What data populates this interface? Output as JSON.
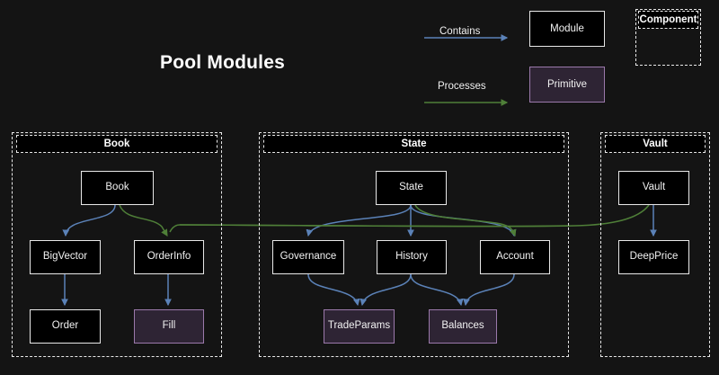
{
  "title": "Pool Modules",
  "colors": {
    "background": "#141414",
    "module_fill": "#000000",
    "module_border": "#e8e8e8",
    "primitive_fill": "#2e2434",
    "primitive_border": "#9b79ab",
    "contains_edge": "#4a6fa5",
    "processes_edge": "#3d6b2e",
    "cluster_border": "#e8e8e8",
    "text": "#f2f2f2"
  },
  "legend": {
    "contains_label": "Contains",
    "processes_label": "Processes",
    "module_label": "Module",
    "primitive_label": "Primitive",
    "component_label": "Component"
  },
  "clusters": [
    {
      "id": "book",
      "label": "Book"
    },
    {
      "id": "state",
      "label": "State"
    },
    {
      "id": "vault",
      "label": "Vault"
    }
  ],
  "nodes": [
    {
      "id": "book",
      "label": "Book",
      "type": "module",
      "cluster": "book"
    },
    {
      "id": "bigvector",
      "label": "BigVector",
      "type": "module",
      "cluster": "book"
    },
    {
      "id": "orderinfo",
      "label": "OrderInfo",
      "type": "module",
      "cluster": "book"
    },
    {
      "id": "order",
      "label": "Order",
      "type": "module",
      "cluster": "book"
    },
    {
      "id": "fill",
      "label": "Fill",
      "type": "primitive",
      "cluster": "book"
    },
    {
      "id": "state",
      "label": "State",
      "type": "module",
      "cluster": "state"
    },
    {
      "id": "governance",
      "label": "Governance",
      "type": "module",
      "cluster": "state"
    },
    {
      "id": "history",
      "label": "History",
      "type": "module",
      "cluster": "state"
    },
    {
      "id": "account",
      "label": "Account",
      "type": "module",
      "cluster": "state"
    },
    {
      "id": "tradeparams",
      "label": "TradeParams",
      "type": "primitive",
      "cluster": "state"
    },
    {
      "id": "balances",
      "label": "Balances",
      "type": "primitive",
      "cluster": "state"
    },
    {
      "id": "vault",
      "label": "Vault",
      "type": "module",
      "cluster": "vault"
    },
    {
      "id": "deepprice",
      "label": "DeepPrice",
      "type": "module",
      "cluster": "vault"
    }
  ],
  "edges": [
    {
      "from": "book",
      "to": "bigvector",
      "kind": "contains"
    },
    {
      "from": "book",
      "to": "orderinfo",
      "kind": "contains"
    },
    {
      "from": "bigvector",
      "to": "order",
      "kind": "contains"
    },
    {
      "from": "orderinfo",
      "to": "fill",
      "kind": "contains"
    },
    {
      "from": "state",
      "to": "governance",
      "kind": "contains"
    },
    {
      "from": "state",
      "to": "history",
      "kind": "contains"
    },
    {
      "from": "state",
      "to": "account",
      "kind": "contains"
    },
    {
      "from": "governance",
      "to": "tradeparams",
      "kind": "contains"
    },
    {
      "from": "history",
      "to": "tradeparams",
      "kind": "contains"
    },
    {
      "from": "history",
      "to": "balances",
      "kind": "contains"
    },
    {
      "from": "account",
      "to": "balances",
      "kind": "contains"
    },
    {
      "from": "vault",
      "to": "deepprice",
      "kind": "contains"
    },
    {
      "from": "book",
      "to": "orderinfo",
      "kind": "processes"
    },
    {
      "from": "state",
      "to": "account",
      "kind": "processes"
    },
    {
      "from": "vault",
      "to": "orderinfo",
      "kind": "processes"
    }
  ]
}
